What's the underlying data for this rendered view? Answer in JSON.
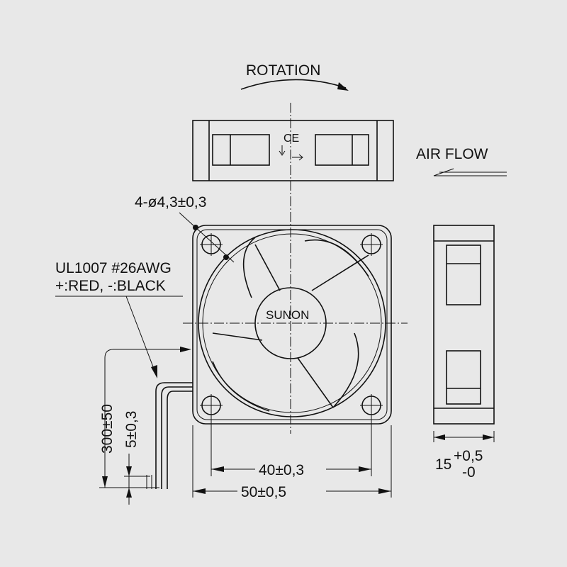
{
  "labels": {
    "rotation": "ROTATION",
    "air_flow": "AIR FLOW",
    "ce_mark": "CE",
    "hole_spec": "4-ø4,3±0,3",
    "wire_spec": "UL1007 #26AWG",
    "wire_colors": "+:RED, -:BLACK",
    "brand": "SUNON"
  },
  "dimensions": {
    "cable_length": "300±50",
    "strip_length": "5±0,3",
    "hole_pitch": "40±0,3",
    "frame_size": "50±0,5",
    "depth": "15",
    "depth_tol_plus": "+0,5",
    "depth_tol_minus": "-0"
  }
}
